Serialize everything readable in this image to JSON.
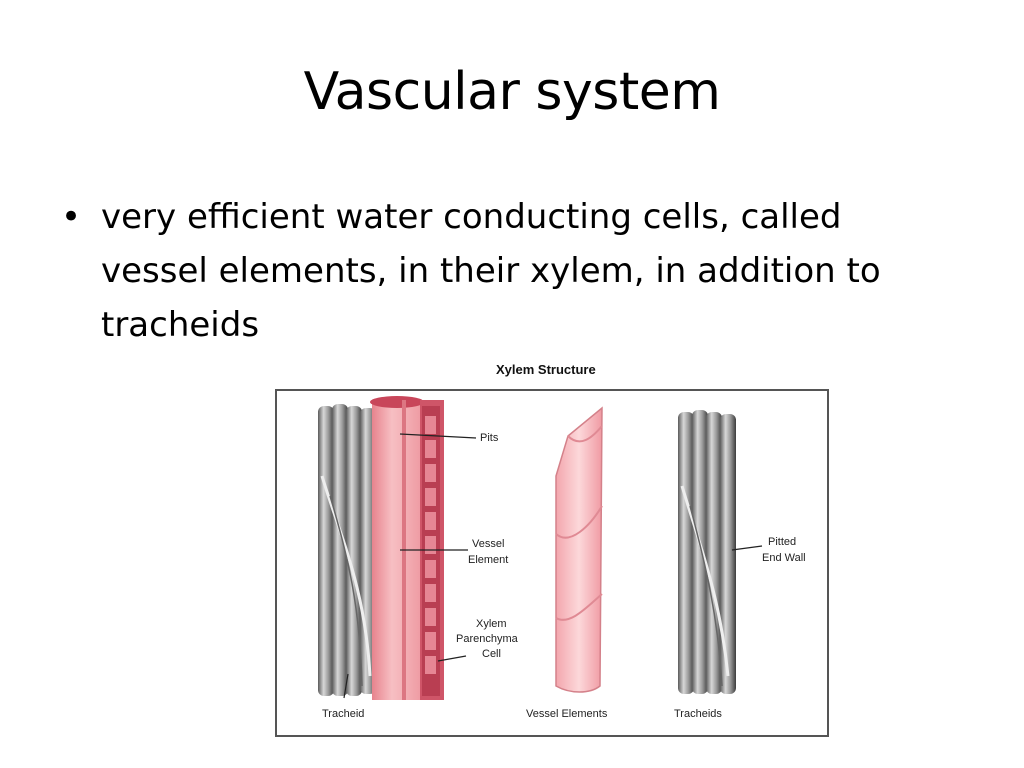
{
  "slide": {
    "title": "Vascular system",
    "bullets": [
      "very efficient water conducting cells, called vessel elements, in their xylem, in addition to tracheids"
    ]
  },
  "figure": {
    "title": "Xylem Structure",
    "labels": {
      "pits": "Pits",
      "vessel_element_1": "Vessel",
      "vessel_element_2": "Element",
      "xylem_parenchyma_1": "Xylem",
      "xylem_parenchyma_2": "Parenchyma",
      "xylem_parenchyma_3": "Cell",
      "pitted_end_wall_1": "Pitted",
      "pitted_end_wall_2": "End Wall"
    },
    "captions": {
      "tracheid": "Tracheid",
      "vessel_elements": "Vessel Elements",
      "tracheids": "Tracheids"
    },
    "colors": {
      "vessel_pink": "#f0a4a8",
      "vessel_dark": "#d0566a",
      "tracheid_grey": "#8a8a8a",
      "frame": "#555555"
    }
  }
}
